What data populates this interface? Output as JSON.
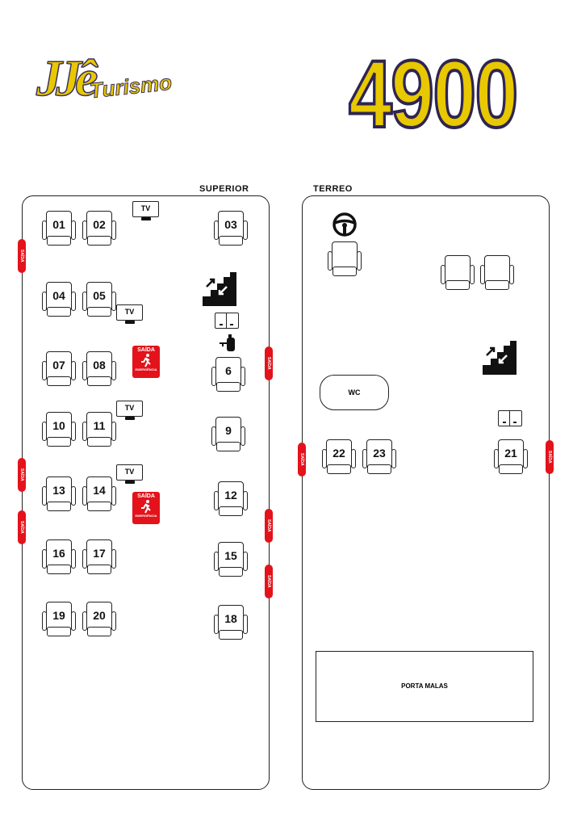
{
  "logo": {
    "brand_top": "JJê",
    "brand_bottom": "Turismo"
  },
  "bus_number": "4900",
  "decks": {
    "upper": {
      "title": "SUPERIOR",
      "seats": [
        "01",
        "02",
        "03",
        "04",
        "05",
        "07",
        "08",
        "6",
        "10",
        "11",
        "9",
        "13",
        "14",
        "12",
        "16",
        "17",
        "15",
        "19",
        "20",
        "18"
      ]
    },
    "lower": {
      "title": "TERREO",
      "seats": [
        "22",
        "23",
        "21"
      ],
      "wc": "WC",
      "trunk": "PORTA MALAS"
    }
  },
  "tv_label": "TV",
  "exit": {
    "top": "SAÍDA",
    "bottom": "EMERGÊNCIA",
    "side": "SAÍDA EMERGÊNCIA"
  },
  "colors": {
    "accent_yellow": "#e8c800",
    "outline_navy": "#2e2550",
    "exit_red": "#e3121b"
  }
}
